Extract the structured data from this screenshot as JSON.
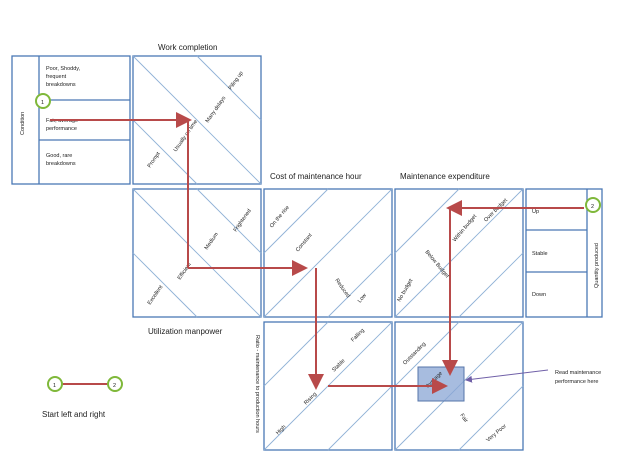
{
  "titles": {
    "work_completion": "Work completion",
    "cost_per_hour": "Cost of maintenance hour",
    "maintenance_expenditure": "Maintenance expenditure",
    "utilization": "Utilization manpower",
    "ratio": "Ratio - maintenance to production hours"
  },
  "condition": {
    "axis_label": "Condition",
    "items": [
      {
        "lines": [
          "Poor, Shoddy,",
          "frequent",
          "breakdowns"
        ]
      },
      {
        "lines": [
          "Fair, average",
          "performance"
        ]
      },
      {
        "lines": [
          "Good, rare",
          "breakdowns"
        ]
      }
    ]
  },
  "work_completion_levels": [
    "Piling up",
    "Many delays",
    "Usually on time",
    "Prompt"
  ],
  "utilization_levels": [
    "Frightened",
    "Medium",
    "Efficient",
    "Excellent"
  ],
  "cost_levels": [
    "On the rise",
    "Constant",
    "Reduced",
    "Low"
  ],
  "expenditure_levels": [
    "Over budget",
    "Within budget",
    "Below Budget",
    "No budget"
  ],
  "quantity": {
    "axis_label": "Quantity produced",
    "items": [
      "Up",
      "Stable",
      "Down"
    ]
  },
  "ratio_levels": [
    "Falling",
    "Stable",
    "Rising",
    "High"
  ],
  "performance_levels": [
    "Outstanding",
    "Average",
    "Fair",
    "Very Poor"
  ],
  "start_marker_1": "1",
  "start_marker_2": "2",
  "legend": {
    "left": "1",
    "right": "2",
    "caption": "Start left and right"
  },
  "callout": {
    "line1": "Read maintenance",
    "line2": "performance here"
  }
}
